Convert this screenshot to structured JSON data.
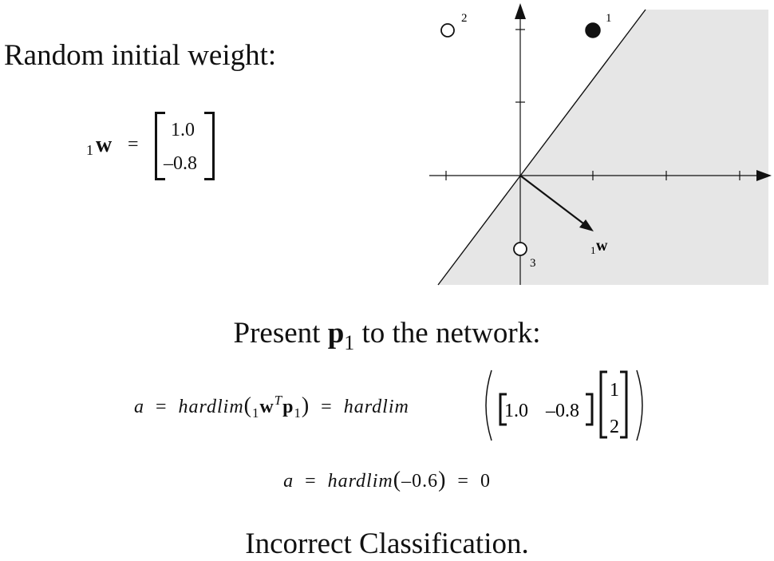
{
  "left": {
    "title": "Random initial weight:",
    "w_sub": "1",
    "w_symbol": "w",
    "equals": "=",
    "w_values": [
      "1.0",
      "–0.8"
    ]
  },
  "plot": {
    "point_labels": [
      "1",
      "2",
      "3"
    ],
    "vector_label_sub": "1",
    "vector_label": "w",
    "shading_color": "#e6e6e6"
  },
  "middle": {
    "present_prefix": "Present",
    "present_symbol": "p",
    "present_sub": "1",
    "present_suffix": "to the network:"
  },
  "eq1": {
    "a": "a",
    "eq": "=",
    "hardlim": "hardlim",
    "w_sub": "1",
    "w": "w",
    "T": "T",
    "p": "p",
    "p_sub": "1",
    "row": [
      "1.0",
      "–0.8"
    ],
    "col": [
      "1",
      "2"
    ]
  },
  "eq2": {
    "a": "a",
    "eq": "=",
    "hardlim": "hardlim",
    "arg": "–0.6",
    "result": "0"
  },
  "footer": {
    "text": "Incorrect Classification."
  }
}
